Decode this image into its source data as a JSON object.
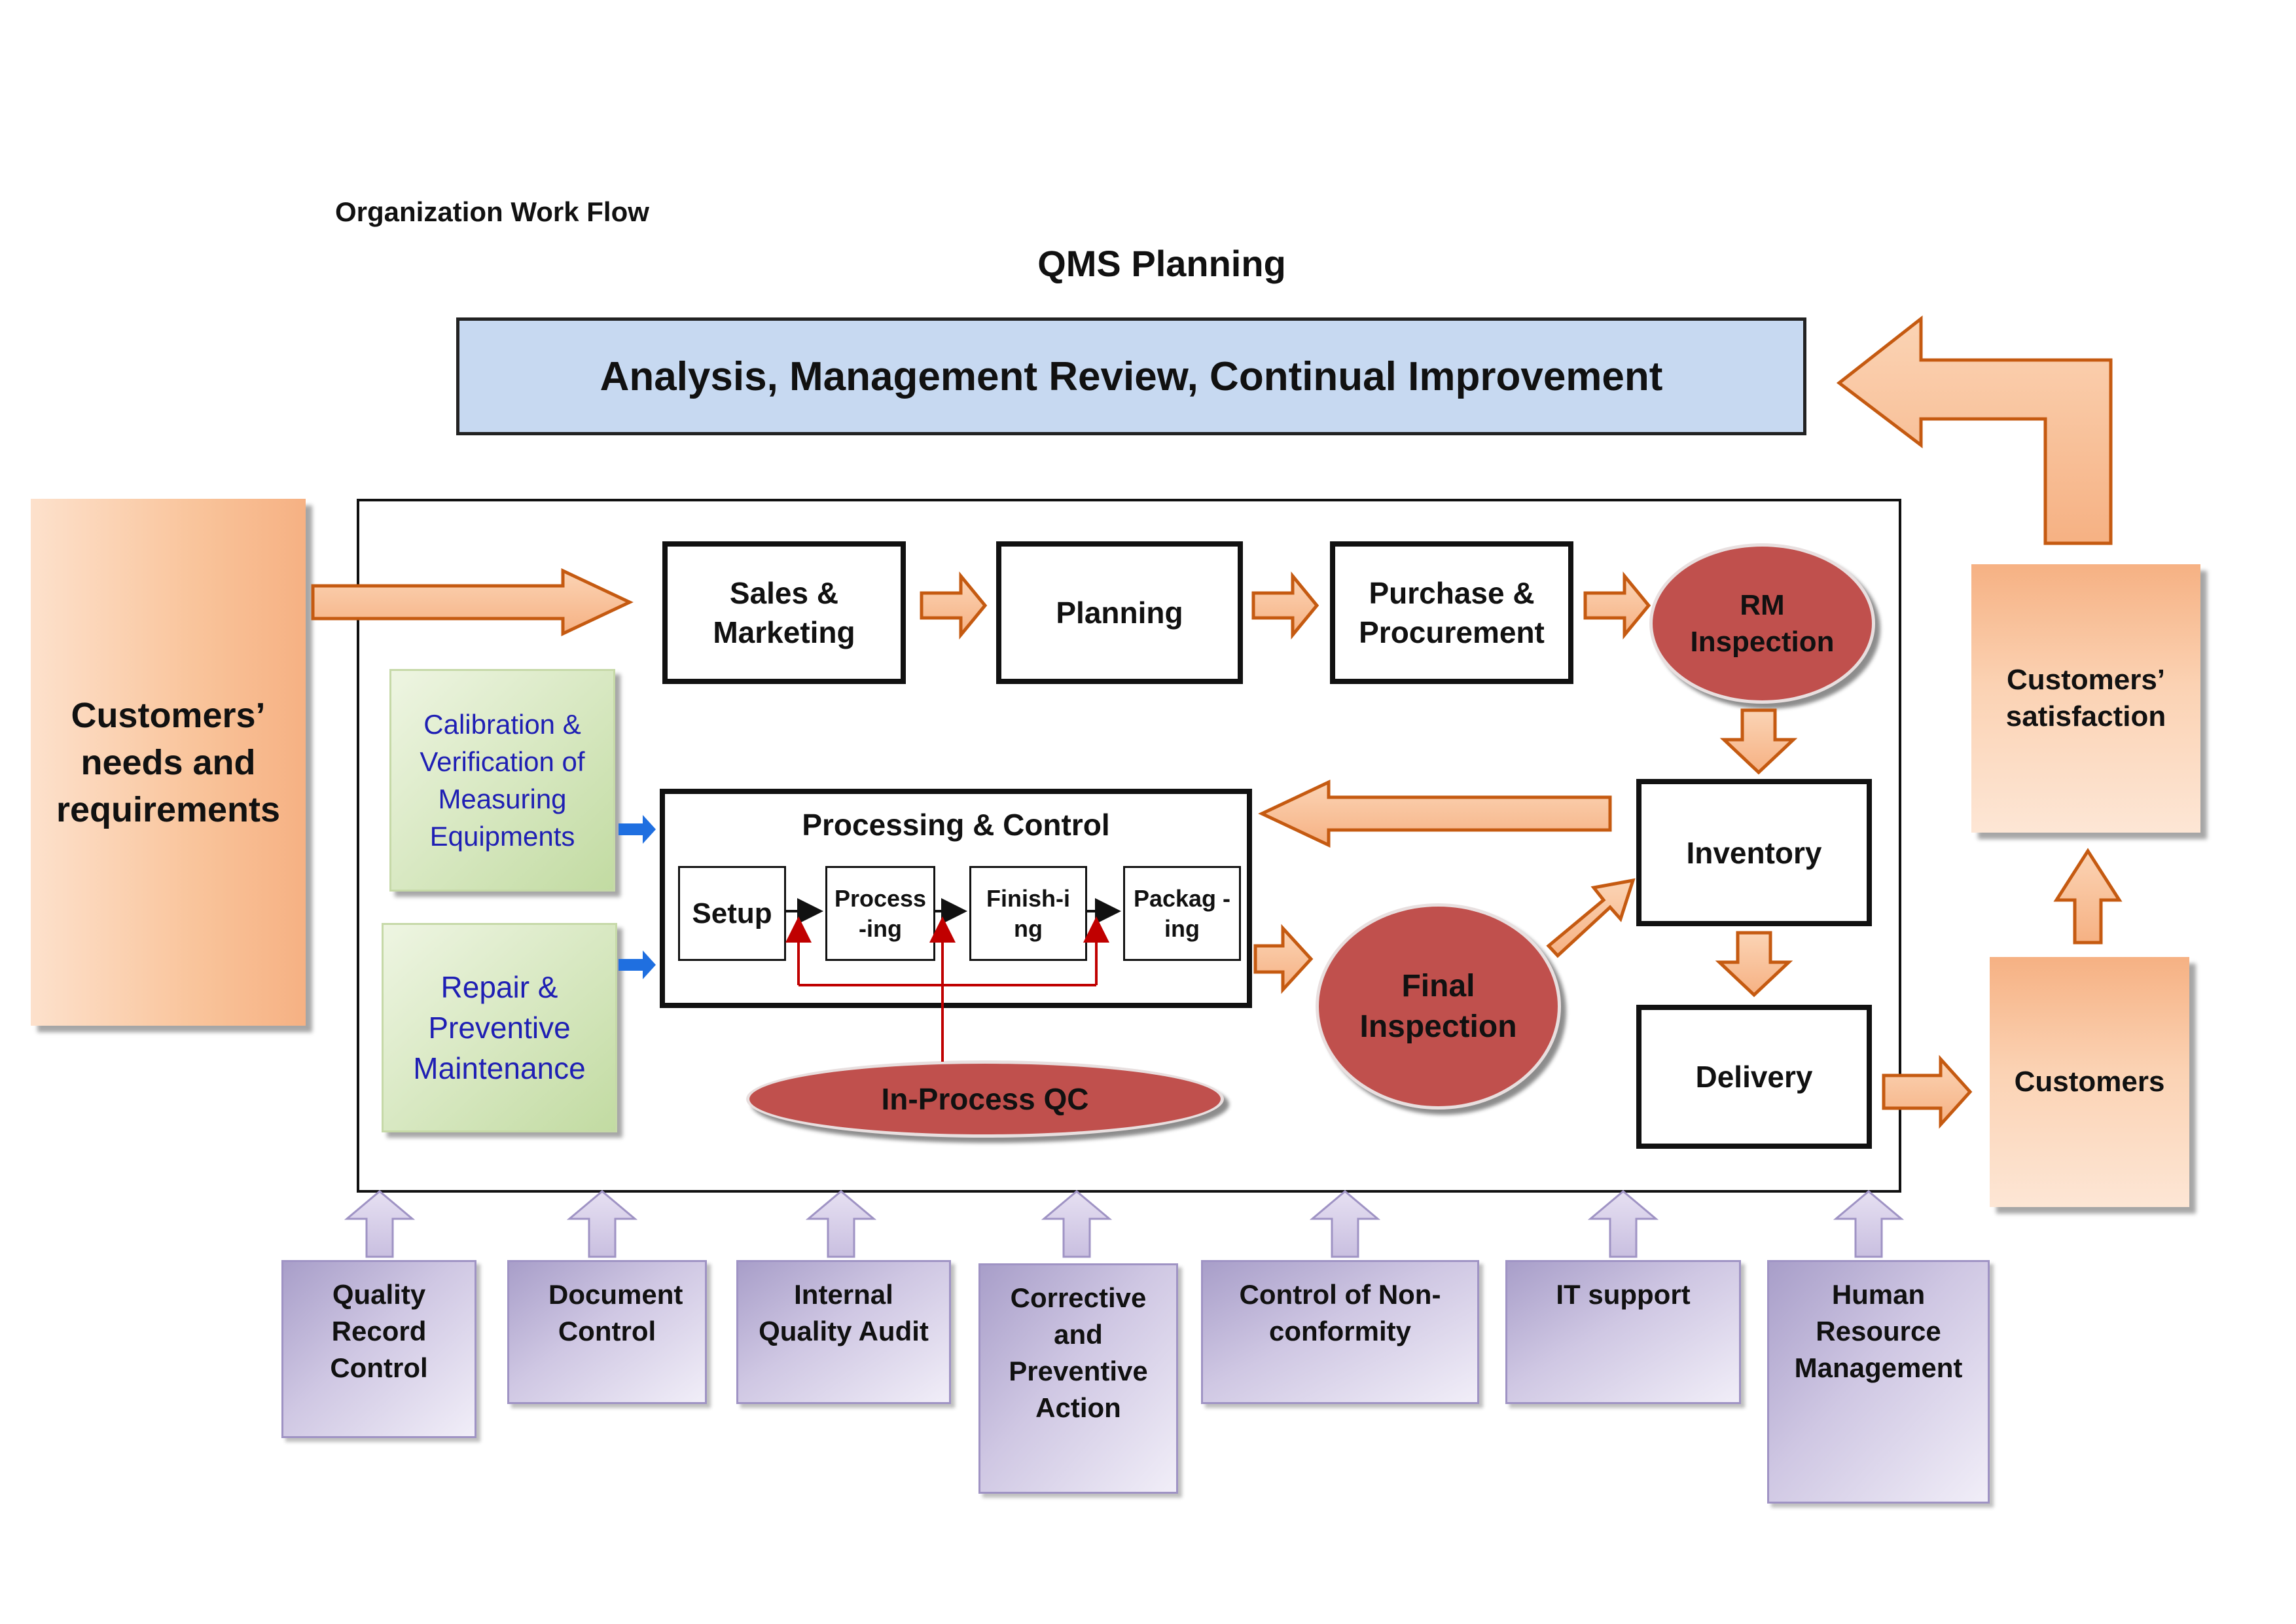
{
  "header": {
    "org_title": "Organization Work Flow",
    "qms_title": "QMS Planning"
  },
  "analysis": {
    "label": "Analysis, Management Review, Continual Improvement"
  },
  "inputs": {
    "customers_needs": "Customers’ needs and requirements"
  },
  "flow": {
    "sales": "Sales & Marketing",
    "planning": "Planning",
    "purchase": "Purchase & Procurement",
    "rm_inspection": "RM Inspection",
    "inventory": "Inventory",
    "delivery": "Delivery",
    "final_inspection": "Final Inspection",
    "in_process_qc": "In-Process QC"
  },
  "processing": {
    "title": "Processing & Control",
    "steps": [
      "Setup",
      "Process-ing",
      "Finish-ing",
      "Packag -ing"
    ]
  },
  "support_left": {
    "calibration": "Calibration & Verification of Measuring Equipments",
    "repair": "Repair & Preventive Maintenance"
  },
  "outputs": {
    "customers": "Customers",
    "satisfaction": "Customers’ satisfaction"
  },
  "support_processes": [
    "Quality Record Control",
    "Document Control",
    "Internal Quality Audit",
    "Corrective and Preventive Action",
    "Control of Non-conformity",
    "IT support",
    "Human Resource Management"
  ],
  "colors": {
    "analysis_fill": "#c7d9f1",
    "inspection_fill": "#c0504d",
    "peach_arrow": "#f9c49b",
    "arrow_border": "#c55a11",
    "support_text": "#1f1fb4",
    "lavender": "#cfc7e3"
  }
}
